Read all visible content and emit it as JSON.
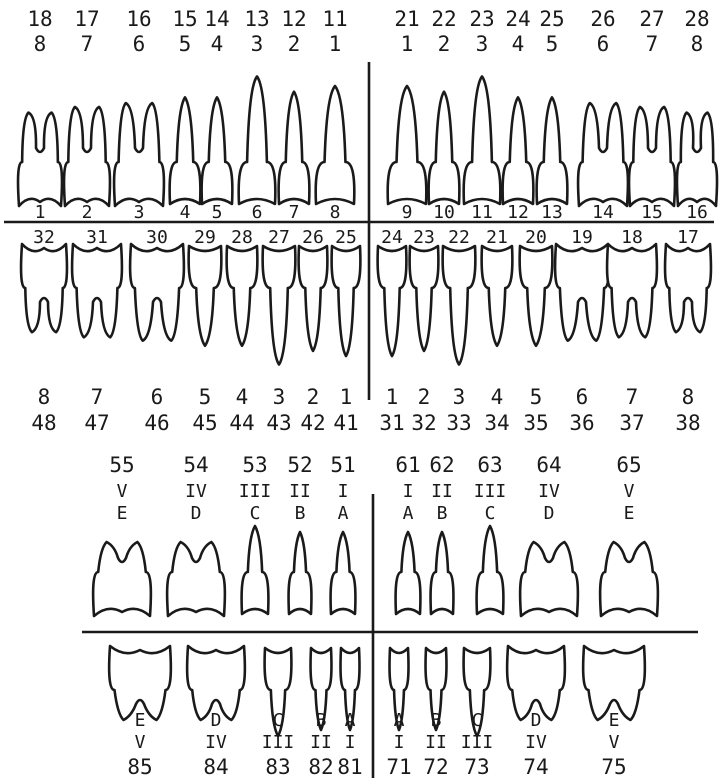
{
  "colors": {
    "ink": "#1a1a1a",
    "paper": "#ffffff"
  },
  "permanent": {
    "upper_right": [
      {
        "fdi": "18",
        "num": "8",
        "univ": "1"
      },
      {
        "fdi": "17",
        "num": "7",
        "univ": "2"
      },
      {
        "fdi": "16",
        "num": "6",
        "univ": "3"
      },
      {
        "fdi": "15",
        "num": "5",
        "univ": "4"
      },
      {
        "fdi": "14",
        "num": "4",
        "univ": "5"
      },
      {
        "fdi": "13",
        "num": "3",
        "univ": "6"
      },
      {
        "fdi": "12",
        "num": "2",
        "univ": "7"
      },
      {
        "fdi": "11",
        "num": "1",
        "univ": "8"
      }
    ],
    "upper_left": [
      {
        "fdi": "21",
        "num": "1",
        "univ": "9"
      },
      {
        "fdi": "22",
        "num": "2",
        "univ": "10"
      },
      {
        "fdi": "23",
        "num": "3",
        "univ": "11"
      },
      {
        "fdi": "24",
        "num": "4",
        "univ": "12"
      },
      {
        "fdi": "25",
        "num": "5",
        "univ": "13"
      },
      {
        "fdi": "26",
        "num": "6",
        "univ": "14"
      },
      {
        "fdi": "27",
        "num": "7",
        "univ": "15"
      },
      {
        "fdi": "28",
        "num": "8",
        "univ": "16"
      }
    ],
    "lower_right": [
      {
        "fdi": "48",
        "num": "8",
        "univ": "32"
      },
      {
        "fdi": "47",
        "num": "7",
        "univ": "31"
      },
      {
        "fdi": "46",
        "num": "6",
        "univ": "30"
      },
      {
        "fdi": "45",
        "num": "5",
        "univ": "29"
      },
      {
        "fdi": "44",
        "num": "4",
        "univ": "28"
      },
      {
        "fdi": "43",
        "num": "3",
        "univ": "27"
      },
      {
        "fdi": "42",
        "num": "2",
        "univ": "26"
      },
      {
        "fdi": "41",
        "num": "1",
        "univ": "25"
      }
    ],
    "lower_left": [
      {
        "fdi": "31",
        "num": "1",
        "univ": "24"
      },
      {
        "fdi": "32",
        "num": "2",
        "univ": "23"
      },
      {
        "fdi": "33",
        "num": "3",
        "univ": "22"
      },
      {
        "fdi": "34",
        "num": "4",
        "univ": "21"
      },
      {
        "fdi": "35",
        "num": "5",
        "univ": "20"
      },
      {
        "fdi": "36",
        "num": "6",
        "univ": "19"
      },
      {
        "fdi": "37",
        "num": "7",
        "univ": "18"
      },
      {
        "fdi": "38",
        "num": "8",
        "univ": "17"
      }
    ]
  },
  "primary": {
    "upper_right": [
      {
        "fdi": "55",
        "roman": "V",
        "letter": "E"
      },
      {
        "fdi": "54",
        "roman": "IV",
        "letter": "D"
      },
      {
        "fdi": "53",
        "roman": "III",
        "letter": "C"
      },
      {
        "fdi": "52",
        "roman": "II",
        "letter": "B"
      },
      {
        "fdi": "51",
        "roman": "I",
        "letter": "A"
      }
    ],
    "upper_left": [
      {
        "fdi": "61",
        "roman": "I",
        "letter": "A"
      },
      {
        "fdi": "62",
        "roman": "II",
        "letter": "B"
      },
      {
        "fdi": "63",
        "roman": "III",
        "letter": "C"
      },
      {
        "fdi": "64",
        "roman": "IV",
        "letter": "D"
      },
      {
        "fdi": "65",
        "roman": "V",
        "letter": "E"
      }
    ],
    "lower_right": [
      {
        "fdi": "85",
        "roman": "V",
        "letter": "E"
      },
      {
        "fdi": "84",
        "roman": "IV",
        "letter": "D"
      },
      {
        "fdi": "83",
        "roman": "III",
        "letter": "C"
      },
      {
        "fdi": "82",
        "roman": "II",
        "letter": "B"
      },
      {
        "fdi": "81",
        "roman": "I",
        "letter": "A"
      }
    ],
    "lower_left": [
      {
        "fdi": "71",
        "roman": "I",
        "letter": "A"
      },
      {
        "fdi": "72",
        "roman": "II",
        "letter": "B"
      },
      {
        "fdi": "73",
        "roman": "III",
        "letter": "C"
      },
      {
        "fdi": "74",
        "roman": "IV",
        "letter": "D"
      },
      {
        "fdi": "75",
        "roman": "V",
        "letter": "E"
      }
    ]
  }
}
